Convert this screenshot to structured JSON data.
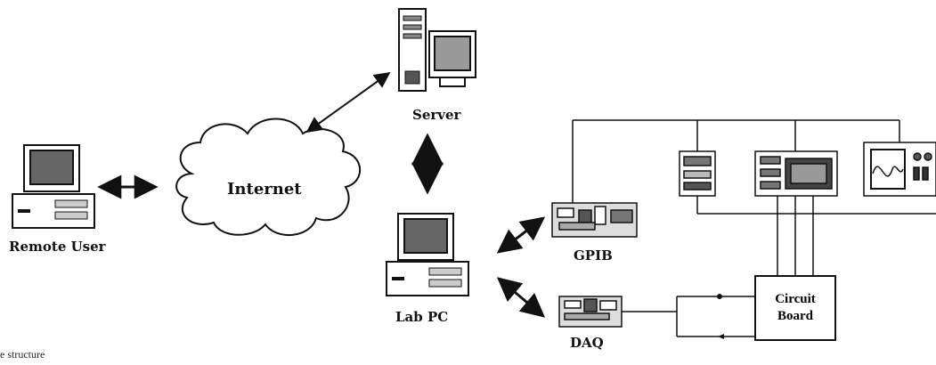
{
  "nodes": {
    "remote_user": "Remote User",
    "internet": "Internet",
    "server": "Server",
    "lab_pc": "Lab PC",
    "gpib": "GPIB",
    "daq": "DAQ",
    "circuit_board": [
      "Circuit",
      "Board"
    ]
  },
  "caption": "e structure",
  "icons": [
    "desktop-computer-icon",
    "tower-server-icon",
    "cloud-icon",
    "gpib-card-icon",
    "daq-card-icon",
    "power-supply-icon",
    "multimeter-icon",
    "oscilloscope-icon"
  ]
}
